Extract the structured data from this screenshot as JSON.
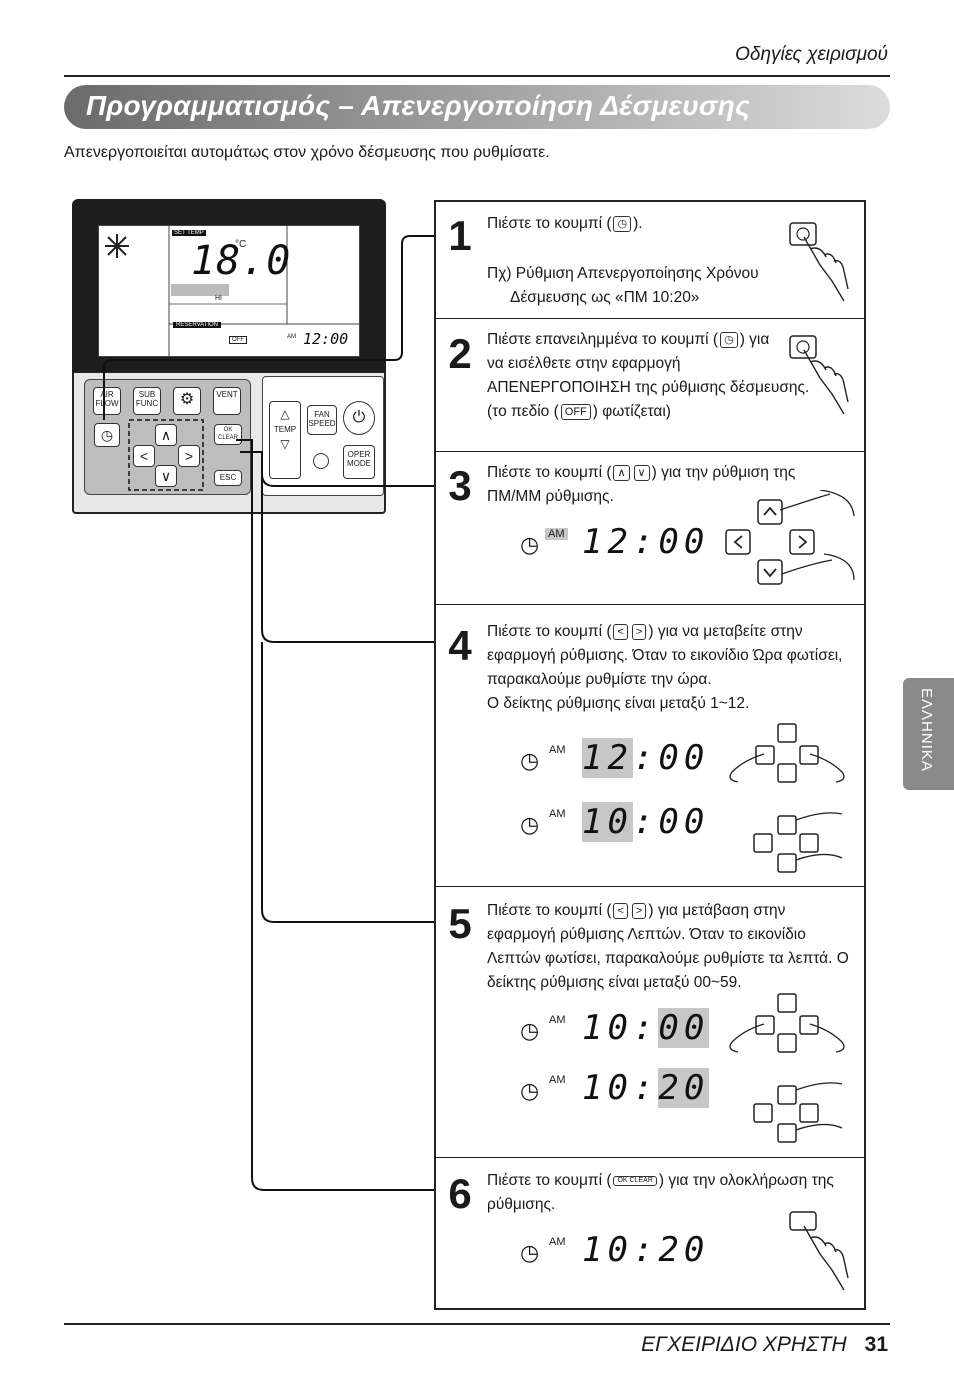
{
  "header": {
    "section": "Οδηγίες χειρισμού"
  },
  "title": "Προγραμματισμός – Απενεργοποίηση Δέσμευσης",
  "intro": "Απενεργοποιείται αυτομάτως στον χρόνο δέσμευσης που ρυθμίσατε.",
  "side_tab": "ΕΛΛΗΝΙΚΑ",
  "footer": {
    "title": "ΕΓΧΕΙΡΙΔΙΟ ΧΡΗΣΤΗ",
    "page": "31"
  },
  "remote": {
    "set_temp_label": "SET TEMP",
    "temp": "18.0",
    "unit": "°C",
    "fan_level": "HI",
    "reservation_label": "RESERVATION",
    "off_label": "OFF",
    "am": "AM",
    "time": "12:00",
    "buttons": {
      "air_flow": "AIR FLOW",
      "sub_func": "SUB FUNC",
      "vent": "VENT",
      "ok_clear": "OK CLEAR",
      "esc": "ESC",
      "fan_speed": "FAN SPEED",
      "temp": "TEMP",
      "oper_mode": "OPER MODE"
    }
  },
  "steps": [
    {
      "num": "1",
      "text_a": "Πιέστε το κουμπί (",
      "text_b": ").",
      "text2": "Πχ) Ρύθμιση Απενεργοποίησης Χρόνου",
      "text3": "Δέσμευσης ως «ΠΜ 10:20»"
    },
    {
      "num": "2",
      "text_a": "Πιέστε επανειλημμένα το κουμπί (",
      "text_b": ") για",
      "text2": "να εισέλθετε στην εφαρμογή",
      "text3": "ΑΠΕΝΕΡΓΟΠΟΙΗΣΗ της ρύθμισης δέσμευσης.",
      "text4a": "(το πεδίο (",
      "text4_key": "OFF",
      "text4b": ") φωτίζεται)"
    },
    {
      "num": "3",
      "text_a": "Πιέστε το κουμπί (",
      "text_b": ") για την ρύθμιση της",
      "text2": "ΠΜ/ΜΜ ρύθμισης.",
      "display": {
        "am": "AM",
        "time": "12:00"
      }
    },
    {
      "num": "4",
      "text_a": "Πιέστε το κουμπί (",
      "text_b": ") για να μεταβείτε στην",
      "text2": "εφαρμογή ρύθμισης. Όταν το εικονίδιο Ώρα φωτίσει,",
      "text3": "παρακαλούμε ρυθμίστε την ώρα.",
      "text4": "Ο δείκτης ρύθμισης είναι μεταξύ 1~12.",
      "displays": [
        {
          "am": "AM",
          "hh": "12",
          "mm": ":00"
        },
        {
          "am": "AM",
          "hh": "10",
          "mm": ":00"
        }
      ]
    },
    {
      "num": "5",
      "text_a": "Πιέστε το κουμπί (",
      "text_b": ") για μετάβαση στην",
      "text2": "εφαρμογή ρύθμισης Λεπτών. Όταν το εικονίδιο",
      "text3": "Λεπτών φωτίσει, παρακαλούμε ρυθμίστε τα λεπτά. Ο",
      "text4": "δείκτης ρύθμισης είναι μεταξύ 00~59.",
      "displays": [
        {
          "am": "AM",
          "hh": "10:",
          "mm": "00"
        },
        {
          "am": "AM",
          "hh": "10:",
          "mm": "20"
        }
      ]
    },
    {
      "num": "6",
      "text_a": "Πιέστε το κουμπί (",
      "text_key": "OK CLEAR",
      "text_b": ") για την ολοκλήρωση της",
      "text2": "ρύθμισης.",
      "display": {
        "am": "AM",
        "time": "10:20"
      }
    }
  ]
}
